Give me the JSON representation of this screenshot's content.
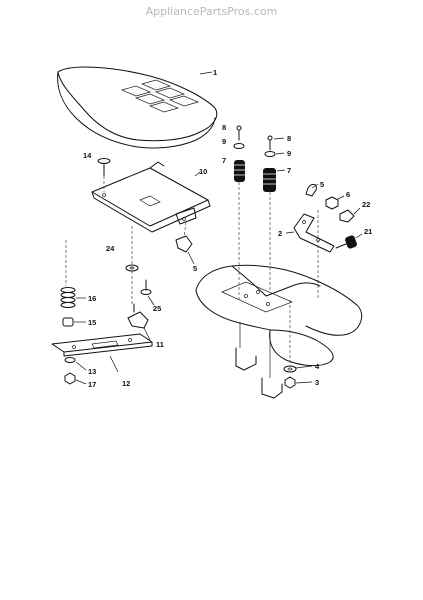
{
  "watermark": "AppliancePartsPros.com",
  "callouts": {
    "c1": "1",
    "c2": "2",
    "c3": "3",
    "c4": "4",
    "c5a": "5",
    "c5b": "5",
    "c6": "6",
    "c7a": "7",
    "c7b": "7",
    "c8a": "8",
    "c8b": "8",
    "c9a": "9",
    "c9b": "9",
    "c10": "10",
    "c11": "11",
    "c12": "12",
    "c13": "13",
    "c14": "14",
    "c15": "15",
    "c16": "16",
    "c17": "17",
    "c21": "21",
    "c22": "22",
    "c24": "24",
    "c25": "25"
  }
}
